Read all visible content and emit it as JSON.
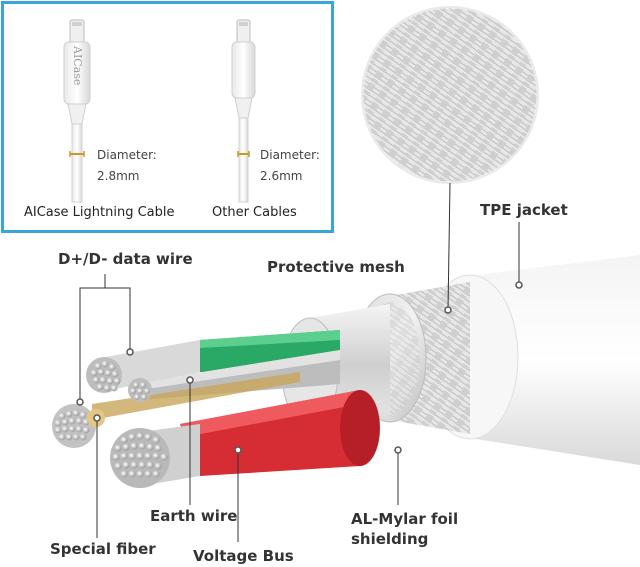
{
  "comparison": {
    "left": {
      "brand_print": "AICase",
      "diameter_label": "Diameter:",
      "diameter_value": "2.8mm",
      "caption": "AICase Lightning Cable"
    },
    "right": {
      "diameter_label": "Diameter:",
      "diameter_value": "2.6mm",
      "caption": "Other Cables"
    },
    "border_color": "#3aa5d8"
  },
  "layers": {
    "tpe_jacket": "TPE jacket",
    "protective_mesh": "Protective mesh",
    "data_wire": "D+/D- data wire",
    "earth_wire": "Earth wire",
    "special_fiber": "Special fiber",
    "voltage_bus": "Voltage Bus",
    "foil_line1": "AL-Mylar foil",
    "foil_line2": "shielding"
  },
  "colors": {
    "green_insulation": "#2aa866",
    "red_insulation": "#d62c34",
    "accent_box": "#3aa5d8"
  }
}
